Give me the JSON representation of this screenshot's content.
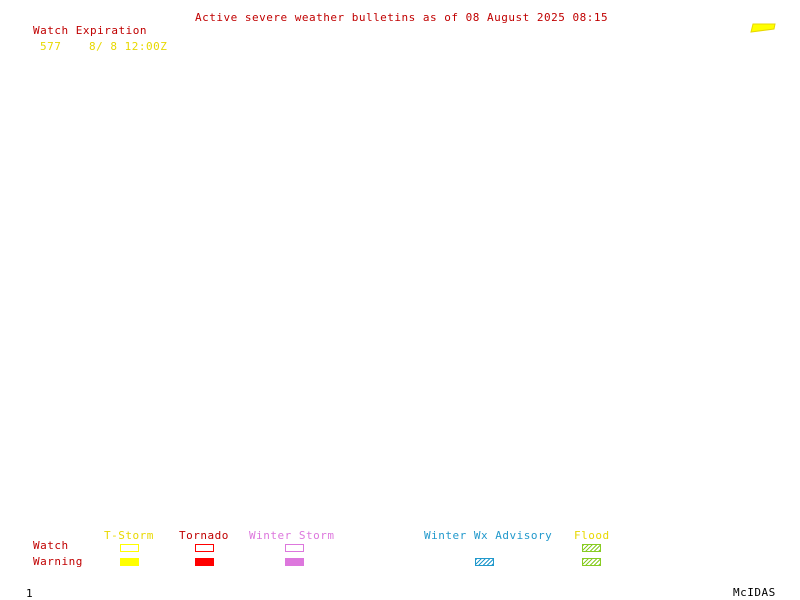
{
  "header": {
    "title": "Active severe weather bulletins as of 08 August 2025 08:15"
  },
  "watch_list": {
    "heading": "Watch Expiration",
    "entries": [
      {
        "id": "577",
        "expiration": "8/ 8 12:00Z"
      }
    ]
  },
  "legend": {
    "row_labels": {
      "watch": "Watch",
      "warning": "Warning"
    },
    "categories": [
      {
        "key": "tstorm",
        "label": "T-Storm",
        "color": "#ffff00",
        "watch_style": "outline",
        "warning_style": "filled"
      },
      {
        "key": "tornado",
        "label": "Tornado",
        "color": "#ff0000",
        "watch_style": "outline",
        "warning_style": "filled"
      },
      {
        "key": "winter_storm",
        "label": "Winter Storm",
        "color": "#dd77dd",
        "watch_style": "outline",
        "warning_style": "filled"
      },
      {
        "key": "winter_wx_advisory",
        "label": "Winter Wx Advisory",
        "color": "#2299cc",
        "watch_style": "none",
        "warning_style": "hatched"
      },
      {
        "key": "flood",
        "label": "Flood",
        "color": "#88cc22",
        "label_color": "#e8d800",
        "watch_style": "hatched",
        "warning_style": "hatched"
      }
    ]
  },
  "footer": {
    "frame_number": "1",
    "brand": "McIDAS"
  },
  "colors": {
    "text_red": "#c00000",
    "watch_yellow": "#ffff00",
    "background": "#ffffff"
  },
  "map": {
    "watch_area_color": "#ffff00"
  }
}
